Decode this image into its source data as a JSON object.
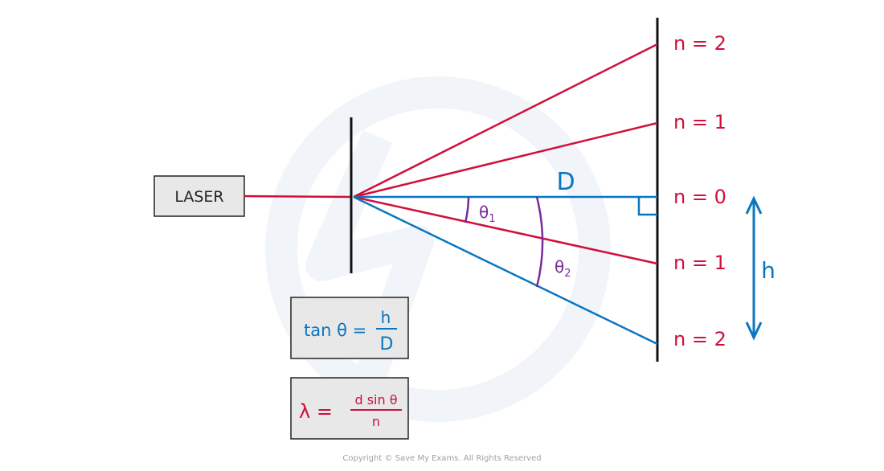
{
  "diagram": {
    "title": "Diffraction grating experiment",
    "laser_label": "LASER",
    "distance_label": "D",
    "height_label": "h",
    "angle_labels": [
      {
        "symbol": "θ",
        "subscript": "1"
      },
      {
        "symbol": "θ",
        "subscript": "2"
      }
    ],
    "orders_upper": [
      {
        "label": "n = 2"
      },
      {
        "label": "n = 1"
      }
    ],
    "order_zero": {
      "label": "n = 0"
    },
    "orders_lower": [
      {
        "label": "n = 1"
      },
      {
        "label": "n = 2"
      }
    ],
    "formula_tan": {
      "lhs": "tan θ =",
      "numerator": "h",
      "denominator": "D"
    },
    "formula_lambda": {
      "lhs": "λ =",
      "numerator": "d sin θ",
      "denominator": "n"
    },
    "copyright": "Copyright © Save My Exams. All Rights Reserved"
  },
  "colors": {
    "red": "#d0103a",
    "blue": "#0a75c2",
    "purple": "#7a2a9a",
    "black": "#111111",
    "box_fill": "#e8e8e8",
    "watermark": "#eef3fa",
    "copyright": "#a0a0a0"
  }
}
